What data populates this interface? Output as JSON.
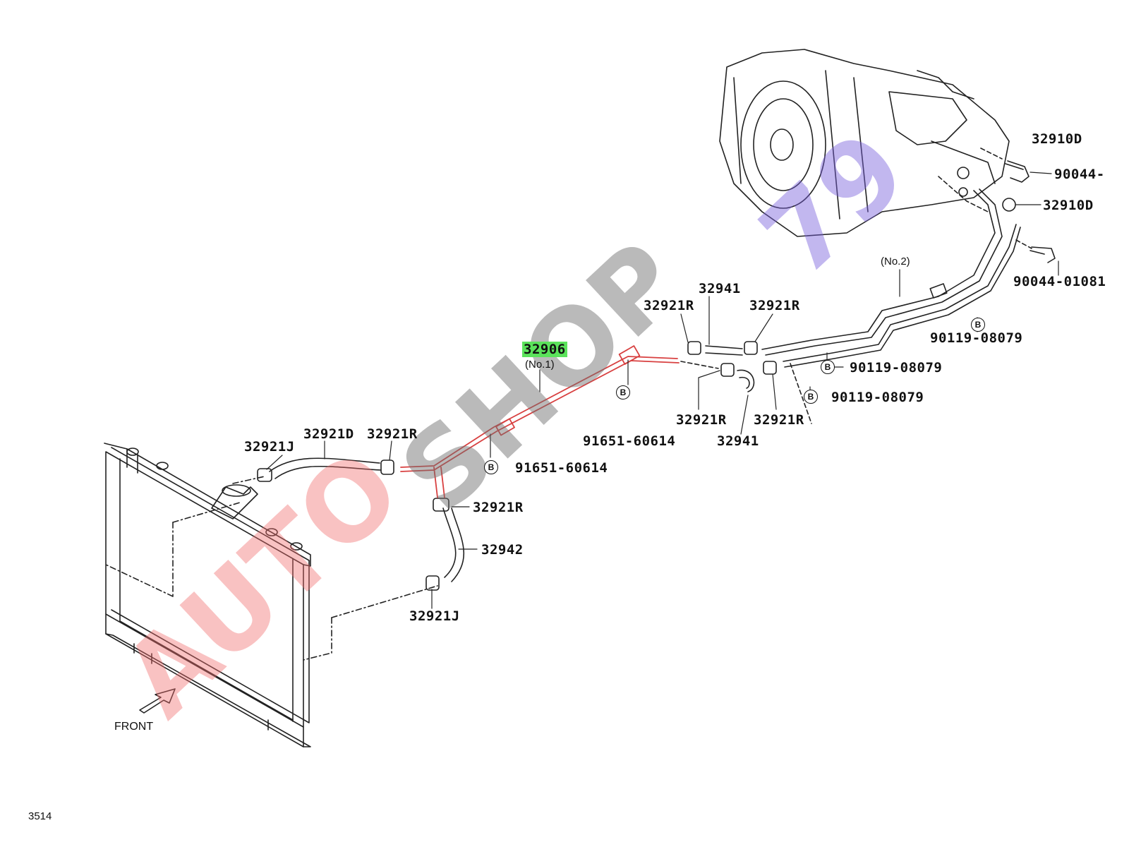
{
  "diagram": {
    "diagram_id": "3514",
    "front_label": "FRONT",
    "watermark": {
      "part1": "AUTO",
      "part2": "SHOP",
      "part3": "79",
      "colors": [
        "#f06e6e",
        "#6e6e6e",
        "#785fdc"
      ]
    },
    "highlight_color": "#5be35b",
    "pipe_highlight_color": "#d84040",
    "parts": [
      {
        "id": "32910D_a",
        "label": "32910D"
      },
      {
        "id": "90044_a",
        "label": "90044-"
      },
      {
        "id": "32910D_b",
        "label": "32910D"
      },
      {
        "id": "90044_01081",
        "label": "90044-01081"
      },
      {
        "id": "no2",
        "label": "(No.2)"
      },
      {
        "id": "b1",
        "label": "90119-08079"
      },
      {
        "id": "b2",
        "label": "90119-08079"
      },
      {
        "id": "b3",
        "label": "90119-08079"
      },
      {
        "id": "32941_top",
        "label": "32941"
      },
      {
        "id": "32921R_tl",
        "label": "32921R"
      },
      {
        "id": "32921R_tr",
        "label": "32921R"
      },
      {
        "id": "32921R_bl",
        "label": "32921R"
      },
      {
        "id": "32921R_br",
        "label": "32921R"
      },
      {
        "id": "32941_bot",
        "label": "32941"
      },
      {
        "id": "32906",
        "label": "32906"
      },
      {
        "id": "no1",
        "label": "(No.1)"
      },
      {
        "id": "91651_a",
        "label": "91651-60614"
      },
      {
        "id": "91651_b",
        "label": "91651-60614"
      },
      {
        "id": "32921J_top",
        "label": "32921J"
      },
      {
        "id": "32921D",
        "label": "32921D"
      },
      {
        "id": "32921R_mid",
        "label": "32921R"
      },
      {
        "id": "32921R_low",
        "label": "32921R"
      },
      {
        "id": "32942",
        "label": "32942"
      },
      {
        "id": "32921J_bot",
        "label": "32921J"
      }
    ],
    "bolt_marker": "B"
  }
}
